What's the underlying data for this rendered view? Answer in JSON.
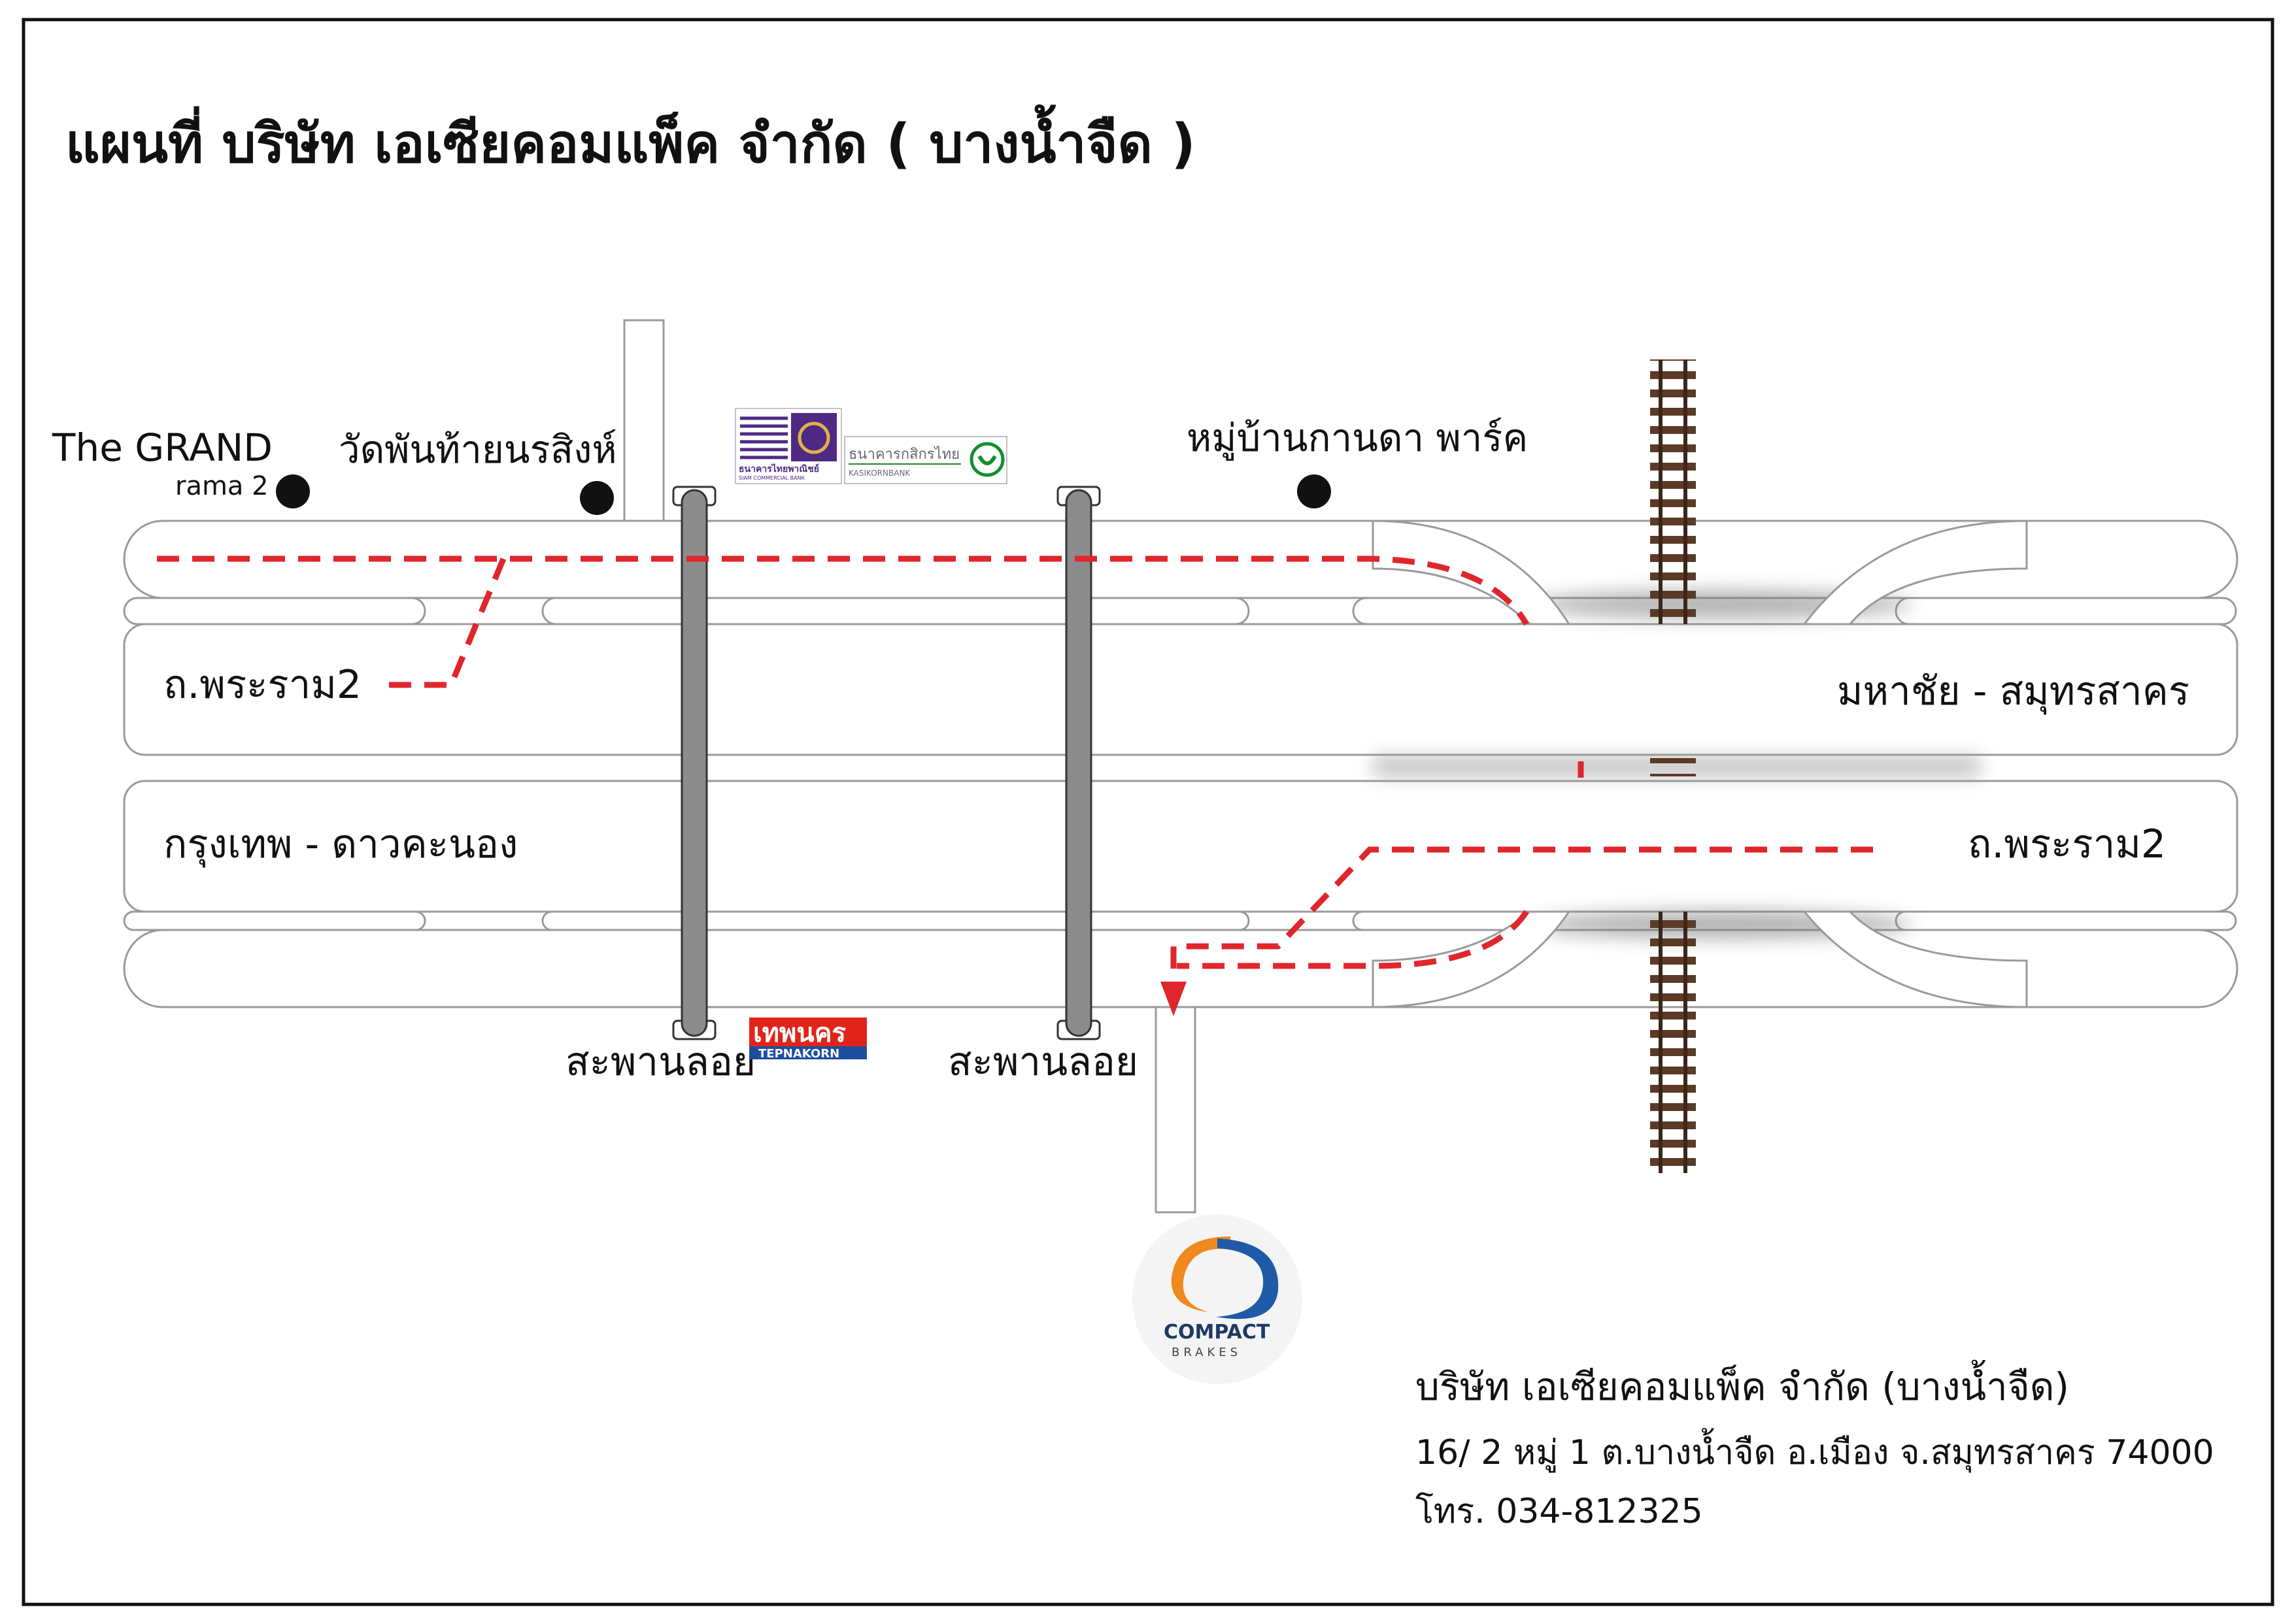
{
  "title": "แผนที่ บริษัท เอเซียคอมแพ็ค จำกัด ( บางน้ำจืด )",
  "roads": {
    "rama2_west": "ถ.พระราม2",
    "rama2_east": "ถ.พระราม2",
    "bangkok_dao_khanong": "กรุงเทพ - ดาวคะนอง",
    "mahachai_samut_sakhon": "มหาชัย - สมุทรสาคร"
  },
  "landmarks": {
    "grand_name": "The GRAND",
    "grand_sub": "rama 2",
    "temple": "วัดพันท้ายนรสิงห์",
    "village": "หมู่บ้านกานดา พาร์ค"
  },
  "bridges": {
    "left": "สะพานลอย",
    "right": "สะพานลอย"
  },
  "logos": {
    "scb_th": "ธนาคารไทยพาณิชย์",
    "scb_en": "SIAM COMMERCIAL BANK",
    "kbank_th": "ธนาคารกสิกรไทย",
    "kbank_en": "KASIKORNBANK",
    "tepnakorn_th": "เทพนคร",
    "tepnakorn_en": "TEPNAKORN",
    "compact_1": "COMPACT",
    "compact_2": "BRAKES"
  },
  "company": {
    "name": "บริษัท เอเซียคอมแพ็ค จำกัด (บางน้ำจืด)",
    "address": "16/ 2 หมู่ 1 ต.บางน้ำจืด อ.เมือง จ.สมุทรสาคร 74000",
    "phone": "โทร. 034-812325"
  },
  "colors": {
    "route": "#e0262d",
    "road_outline": "#9a9a9a",
    "bridge": "#8c8c8c",
    "scb_purple": "#4e2a84",
    "kbank_green": "#138f2d",
    "tepnakorn_red": "#e2231a",
    "tepnakorn_blue": "#1d4e9e",
    "compact_orange": "#f0891f",
    "compact_blue": "#1e5aa8"
  }
}
